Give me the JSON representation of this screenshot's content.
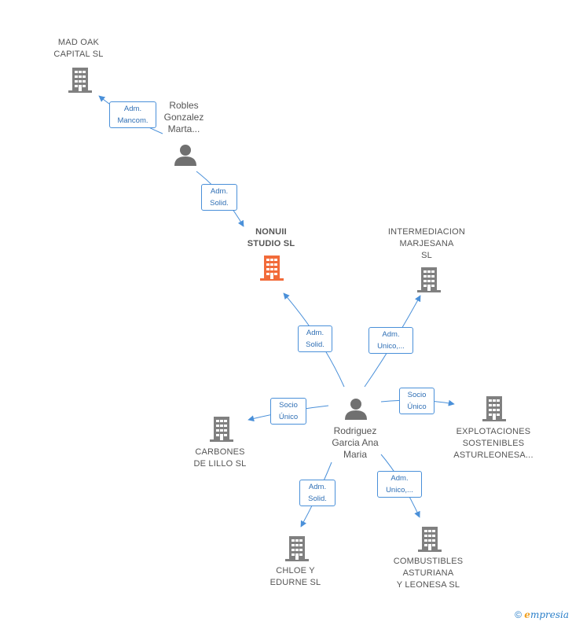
{
  "colors": {
    "edge": "#4a90d9",
    "badge_border": "#4a90d9",
    "company_icon": "#808080",
    "focus_icon": "#f26b3a",
    "person_icon": "#707070"
  },
  "companies": {
    "mad_oak": "MAD OAK\nCAPITAL  SL",
    "nonuii": "NONUII\nSTUDIO  SL",
    "intermediacion": "INTERMEDIACION\nMARJESANA\nSL",
    "carbones": "CARBONES\nDE LILLO  SL",
    "explotaciones": "EXPLOTACIONES\nSOSTENIBLES\nASTURLEONESA...",
    "chloe": "CHLOE Y\nEDURNE  SL",
    "combustibles": "COMBUSTIBLES\nASTURIANA\nY LEONESA  SL"
  },
  "persons": {
    "robles": "Robles\nGonzalez\nMarta...",
    "rodriguez": "Rodriguez\nGarcia Ana\nMaria"
  },
  "edges": {
    "robles_madoak": "Adm.\nMancom.",
    "robles_nonuii": "Adm.\nSolid.",
    "rodriguez_nonuii": "Adm.\nSolid.",
    "rodriguez_intermediacion": "Adm.\nUnico,...",
    "rodriguez_carbones": "Socio\nÚnico",
    "rodriguez_explotaciones": "Socio\nÚnico",
    "rodriguez_chloe": "Adm.\nSolid.",
    "rodriguez_combustibles": "Adm.\nUnico,..."
  },
  "footer": {
    "copyright": "©",
    "brand_first": "e",
    "brand_rest": "mpresia"
  }
}
